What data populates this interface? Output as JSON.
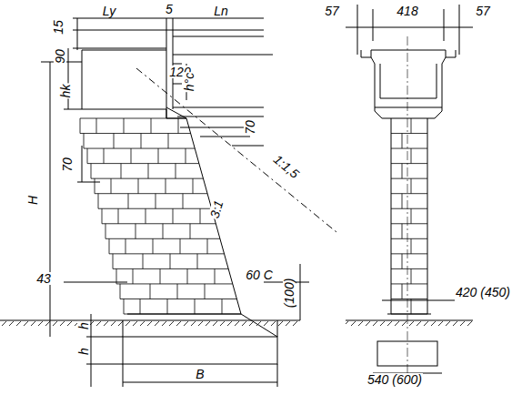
{
  "diagram": {
    "labels": [
      "57",
      "418",
      "57",
      "15",
      "90",
      "hk",
      "Ly",
      "5",
      "Ln",
      "120",
      "h°c",
      "70",
      "70",
      "H",
      "1:1,5",
      "3:1",
      "43",
      "60 C",
      "(100)",
      "h",
      "h",
      "B",
      "420 (450)",
      "540 (600)"
    ]
  }
}
